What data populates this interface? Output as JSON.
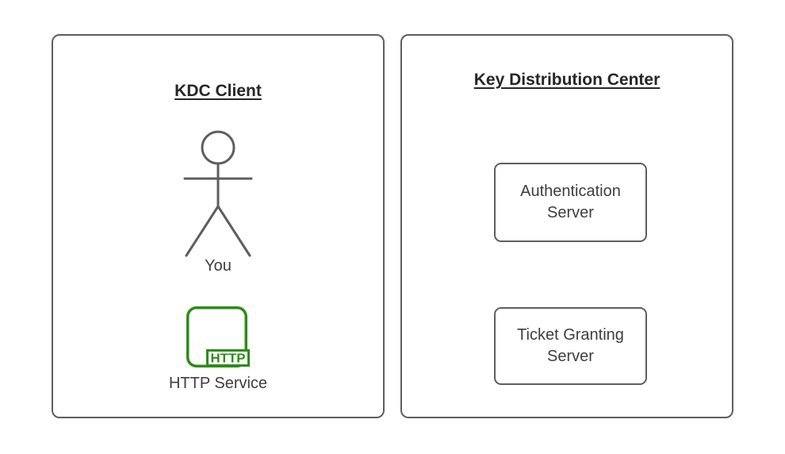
{
  "colors": {
    "background": "#ffffff",
    "stroke_gray": "#5e5e5e",
    "accent_green": "#2e8b18",
    "title_text": "#262626",
    "label_text": "#3e3e3e"
  },
  "left_panel": {
    "title": "KDC Client",
    "actor": {
      "label": "You"
    },
    "http_service": {
      "label": "HTTP Service",
      "badge": "HTTP"
    }
  },
  "right_panel": {
    "title": "Key Distribution Center",
    "nodes": [
      {
        "label": "Authentication Server"
      },
      {
        "label": "Ticket Granting Server"
      }
    ]
  }
}
